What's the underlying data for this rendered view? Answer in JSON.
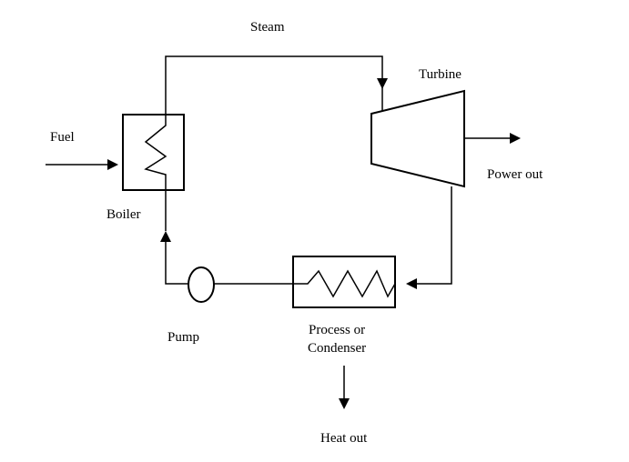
{
  "labels": {
    "steam": "Steam",
    "turbine": "Turbine",
    "fuel": "Fuel",
    "boiler": "Boiler",
    "power_out": "Power out",
    "pump": "Pump",
    "process_line1": "Process or",
    "process_line2": "Condenser",
    "heat_out": "Heat out"
  },
  "colors": {
    "stroke": "#000000",
    "background": "#ffffff"
  }
}
